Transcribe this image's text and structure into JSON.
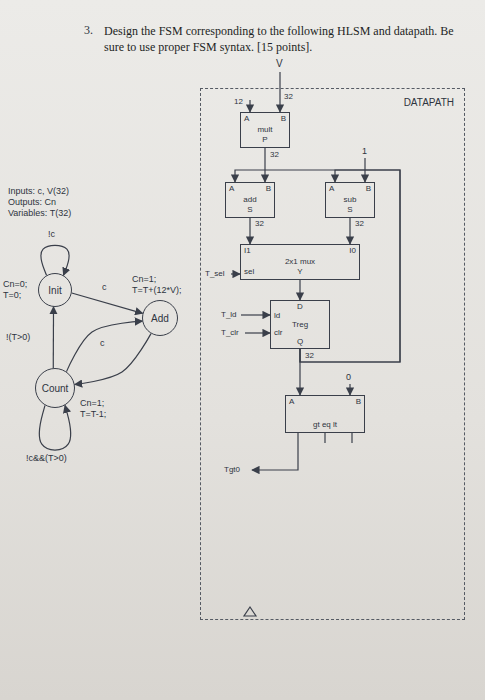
{
  "diagram": {
    "title": "Design the FSM corresponding to the following HLSM and datapath. Be sure to use proper FSM syntax. [15 points].",
    "nodes": [
      {
        "text": [
          "Init"
        ]
      },
      {
        "text": [
          "Add"
        ]
      },
      {
        "text": [
          "Count"
        ]
      },
      {
        "text": [
          "DATAPATH"
        ]
      },
      {
        "text": [
          "A",
          "B",
          "mult",
          "P"
        ],
        "in": 3
      },
      {
        "text": [
          "A",
          "B",
          "add",
          "S"
        ],
        "in": 3
      },
      {
        "text": [
          "A",
          "B",
          "sub",
          "S"
        ],
        "in": 3
      },
      {
        "text": [
          "I1",
          "I0",
          "2x1 mux",
          "sel",
          "Y"
        ],
        "in": 3
      },
      {
        "text": [
          "D",
          "ld",
          "Treg",
          "clr",
          "Q"
        ],
        "in": 3
      },
      {
        "text": [
          "A",
          "B",
          "gt eq lt"
        ],
        "in": 3
      }
    ],
    "edges": [
      {
        "from": 0,
        "to": 0,
        "arrow": "to",
        "label": "!c"
      },
      {
        "from": 0,
        "to": 1,
        "arrow": "to",
        "label": "c"
      },
      {
        "from": 1,
        "to": 2,
        "arrow": "to"
      },
      {
        "from": 2,
        "to": 2,
        "arrow": "to",
        "label": "!c&&(T>0)"
      },
      {
        "from": 2,
        "to": 0,
        "arrow": "to",
        "label": "!(T>0)"
      },
      {
        "from": 2,
        "to": 1,
        "arrow": "to",
        "label": "c"
      },
      {
        "from": 4,
        "to": 5,
        "arrow": "to"
      },
      {
        "from": 5,
        "to": 7,
        "arrow": "to"
      },
      {
        "from": 6,
        "to": 7,
        "arrow": "to"
      },
      {
        "from": 7,
        "to": 8,
        "arrow": "to"
      },
      {
        "from": 8,
        "to": 9,
        "arrow": "to"
      },
      {
        "from": 8,
        "to": 5,
        "arrow": "to"
      },
      {
        "from": 8,
        "to": 6,
        "arrow": "to"
      }
    ],
    "labels": [
      "3.",
      "Inputs: c, V(32)",
      "Outputs: Cn",
      "Variables: T(32)",
      "Cn=0;",
      "T=0;",
      "Cn=1;",
      "T=T+(12*V);",
      "Cn=1;",
      "T=T-1;",
      "V",
      "12",
      "32",
      "32",
      "32",
      "32",
      "1",
      "T_sel",
      "T_ld",
      "T_clr",
      "32",
      "0",
      "Tgt0"
    ]
  }
}
